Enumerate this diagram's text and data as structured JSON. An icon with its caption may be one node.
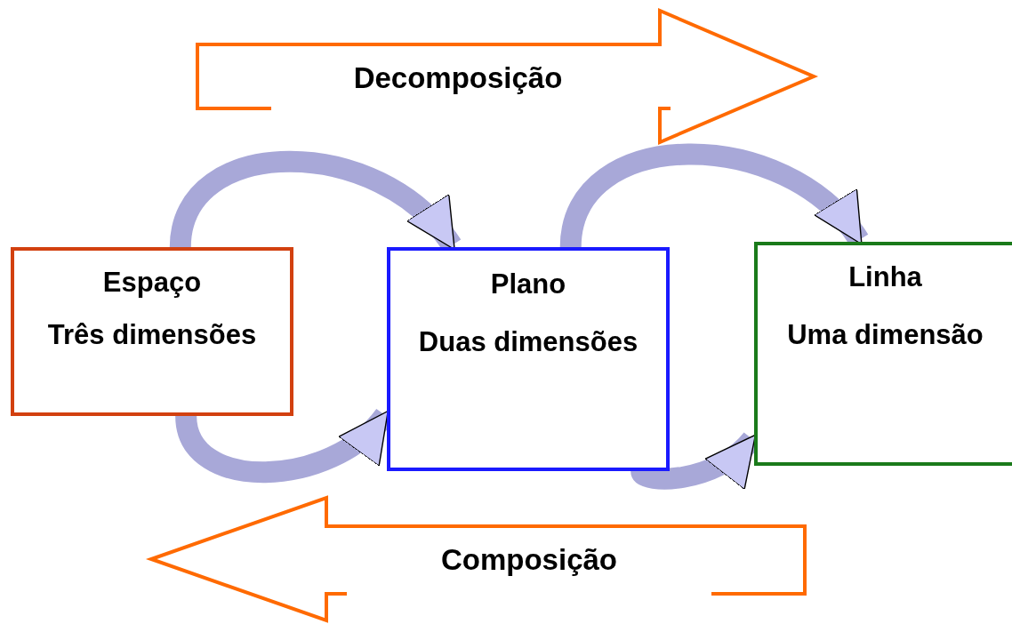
{
  "diagram": {
    "nodes": [
      {
        "text": [
          "Espaço",
          "Três dimensões"
        ]
      },
      {
        "text": [
          "Plano",
          "Duas dimensões"
        ]
      },
      {
        "text": [
          "Linha",
          "Uma dimensão"
        ]
      },
      {
        "text": [
          "Decomposição"
        ]
      },
      {
        "text": [
          "Composição"
        ]
      }
    ],
    "edges": [
      {
        "from": 0,
        "to": 1,
        "arrow": "to"
      },
      {
        "from": 1,
        "to": 2,
        "arrow": "to"
      },
      {
        "from": 0,
        "to": 1,
        "arrow": "to"
      },
      {
        "from": 1,
        "to": 2,
        "arrow": "to"
      }
    ]
  }
}
